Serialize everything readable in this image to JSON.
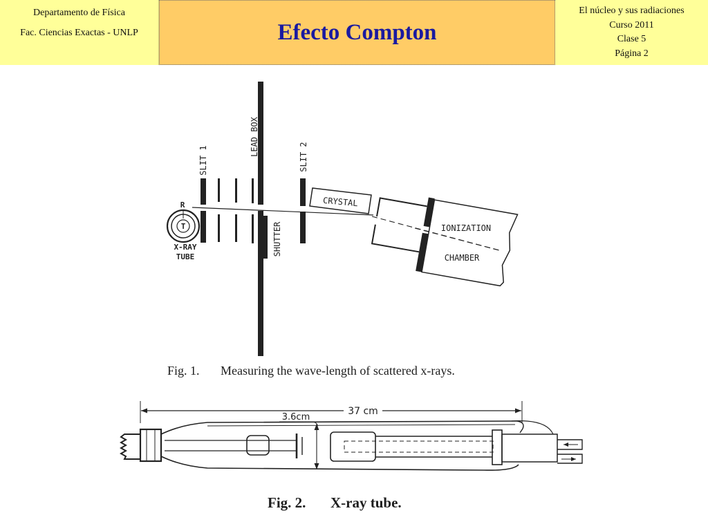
{
  "header": {
    "left": {
      "line1": "Departamento de Física",
      "line2": "Fac. Ciencias Exactas - UNLP"
    },
    "title": "Efecto Compton",
    "right": {
      "line1": "El núcleo y sus radiaciones",
      "line2": "Curso 2011",
      "line3": "Clase 5",
      "line4": "Página 2"
    }
  },
  "colors": {
    "side_panel": "#FFFF99",
    "title_panel": "#FFCC66",
    "title_text": "#1A1AA0",
    "ink": "#222222"
  },
  "figure1": {
    "labels": {
      "slit1": "SLIT 1",
      "lead_box": "LEAD BOX",
      "slit2": "SLIT 2",
      "shutter": "SHUTTER",
      "crystal": "CRYSTAL",
      "ionization": "IONIZATION",
      "chamber": "CHAMBER",
      "xray": "X-RAY",
      "tube": "TUBE",
      "target": "T",
      "r": "R"
    },
    "caption": {
      "number": "Fig. 1.",
      "text": "Measuring the wave-length of scattered x-rays."
    }
  },
  "figure2": {
    "labels": {
      "length": "37 cm",
      "diameter": "3.6cm"
    },
    "caption": {
      "number": "Fig. 2.",
      "text": "X-ray tube."
    }
  }
}
